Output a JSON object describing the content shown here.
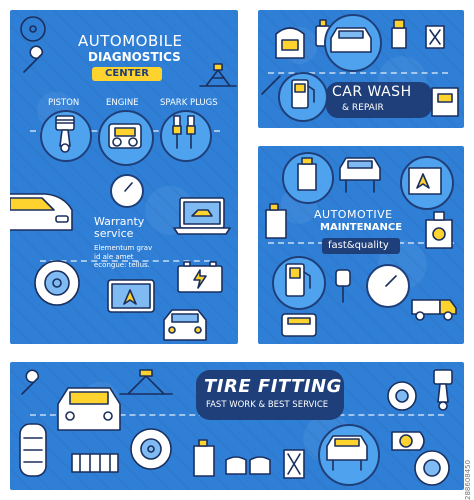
{
  "diagnostics": {
    "title_line1": "AUTOMOBILE",
    "title_line2": "DIAGNOSTICS",
    "badge": "CENTER",
    "labels": [
      "PISTON",
      "ENGINE",
      "SPARK PLUGS"
    ],
    "warranty_title": "Warranty\nservice",
    "warranty_text": "Elementum grav\nid ale amet\necongue: tellus."
  },
  "car_wash": {
    "title": "CAR WASH",
    "subtitle": "& REPAIR"
  },
  "maintenance": {
    "title_line1": "AUTOMOTIVE",
    "title_line2": "MAINTENANCE",
    "badge": "fast&quality"
  },
  "tire": {
    "title": "TIRE FITTING",
    "subtitle": "FAST WORK & BEST SERVICE"
  },
  "watermark": "288608450",
  "colors": {
    "panel_blue": "#2f7fd6",
    "circle_blue": "#4fa3ee",
    "navy": "#1f3f7a",
    "yellow": "#ffd32e"
  }
}
